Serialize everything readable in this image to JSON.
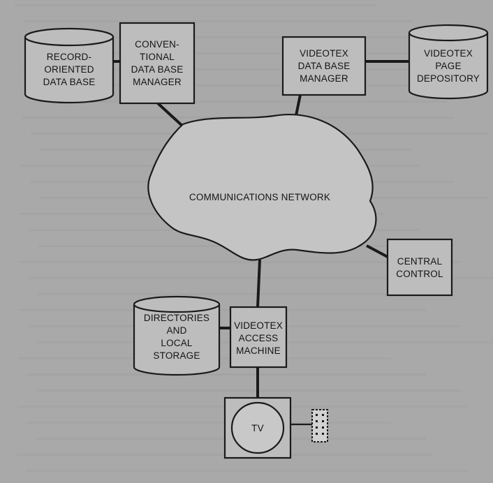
{
  "nodes": {
    "record_db": [
      "RECORD-",
      "ORIENTED",
      "DATA BASE"
    ],
    "conventional_dbm": [
      "CONVEN-",
      "TIONAL",
      "DATA BASE",
      "MANAGER"
    ],
    "videotex_dbm": [
      "VIDEOTEX",
      "DATA BASE",
      "MANAGER"
    ],
    "page_depository": [
      "VIDEOTEX",
      "PAGE",
      "DEPOSITORY"
    ],
    "network": [
      "COMMUNICATIONS NETWORK"
    ],
    "central_control": [
      "CENTRAL",
      "CONTROL"
    ],
    "directories": [
      "DIRECTORIES",
      "AND",
      "LOCAL",
      "STORAGE"
    ],
    "access_machine": [
      "VIDEOTEX",
      "ACCESS",
      "MACHINE"
    ],
    "tv": [
      "TV"
    ]
  },
  "colors": {
    "background": "#a9a9a9",
    "shape_fill": "#bdbdbd",
    "stroke": "#1a1a1a"
  }
}
